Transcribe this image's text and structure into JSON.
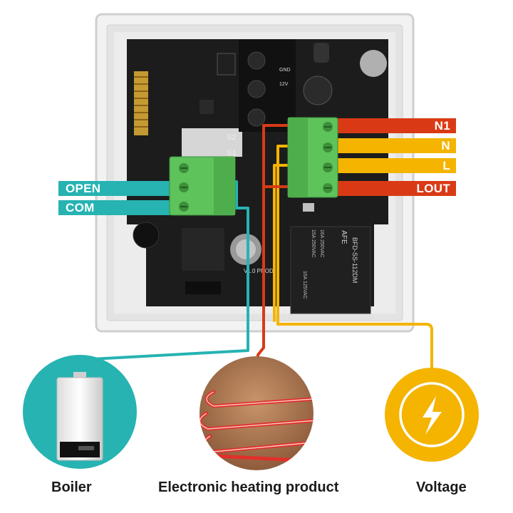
{
  "wire_labels": {
    "n1": "N1",
    "n": "N",
    "l": "L",
    "lout": "LOUT",
    "open": "OPEN",
    "com": "COM"
  },
  "captions": {
    "boiler": "Boiler",
    "heating": "Electronic heating product",
    "voltage": "Voltage"
  },
  "board_text": {
    "switch_1": "S1",
    "switch_2": "S2",
    "relay_brand": "AFE",
    "relay_model": "BFD-SS-112DM",
    "relay_rating_1": "16A 250VAC",
    "relay_rating_2": "15A 250VAC",
    "relay_rating_3": "16A 125VAC",
    "board_version": "V1.0 PROD",
    "supply_label": "12V",
    "ground_label": "GND"
  },
  "colors": {
    "teal": "#26b3b2",
    "red": "#d93a15",
    "amber": "#f4b400",
    "terminal_green": "#5fc35c",
    "pcb": "#1c1c1c",
    "housing": "#eeeeee"
  },
  "icons": {
    "boiler": "boiler-icon",
    "heating": "floor-heating-icon",
    "voltage": "lightning-bolt-icon"
  }
}
